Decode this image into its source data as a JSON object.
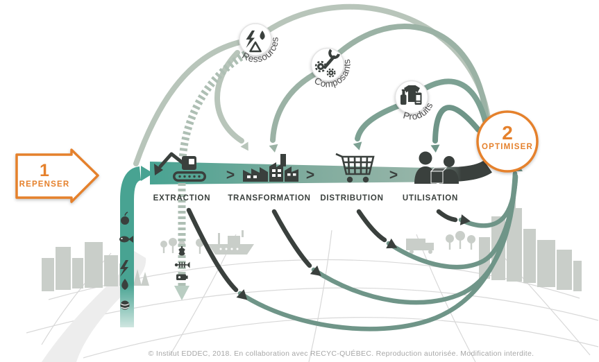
{
  "badges": {
    "repenser": {
      "number": "1",
      "label": "REPENSER"
    },
    "optimiser": {
      "number": "2",
      "label": "OPTIMISER"
    }
  },
  "loop_nodes": [
    {
      "label": "Ressources",
      "icons": [
        "lightning-icon",
        "water-drop-icon",
        "recycle-icon"
      ]
    },
    {
      "label": "Composants",
      "icons": [
        "gears-icon",
        "wrench-icon"
      ]
    },
    {
      "label": "Produits",
      "icons": [
        "tshirt-icon",
        "bottle-icon",
        "phone-icon"
      ]
    }
  ],
  "stages": [
    {
      "label": "EXTRACTION",
      "icon": "excavator-icon"
    },
    {
      "label": "TRANSFORMATION",
      "icon": "factory-icon"
    },
    {
      "label": "DISTRIBUTION",
      "icon": "shopping-cart-icon"
    },
    {
      "label": "UTILISATION",
      "icon": "consumers-icon"
    }
  ],
  "band": {
    "separator": ">"
  },
  "flows": {
    "input_icons": [
      "apple-icon",
      "fish-icon",
      "lightning-icon",
      "water-drop-icon",
      "planet-icon"
    ],
    "waste_icons": [
      "apple-core-icon",
      "fish-bone-icon",
      "battery-icon"
    ]
  },
  "footer": {
    "credit": "© Institut EDDEC, 2018. En collaboration avec RECYC-QUÉBEC. Reproduction autorisée. Modification interdite."
  },
  "colors": {
    "accent_orange": "#e5812c",
    "teal": "#48a392",
    "band_muted": "#9db8ac",
    "loop_green": "#6f9588",
    "arc_pale": "#b8c5ba",
    "arc_mid": "#9bb2a5",
    "arc_deep": "#7da193",
    "dark": "#3a403d",
    "silhouette_gray": "#c9cec9"
  }
}
